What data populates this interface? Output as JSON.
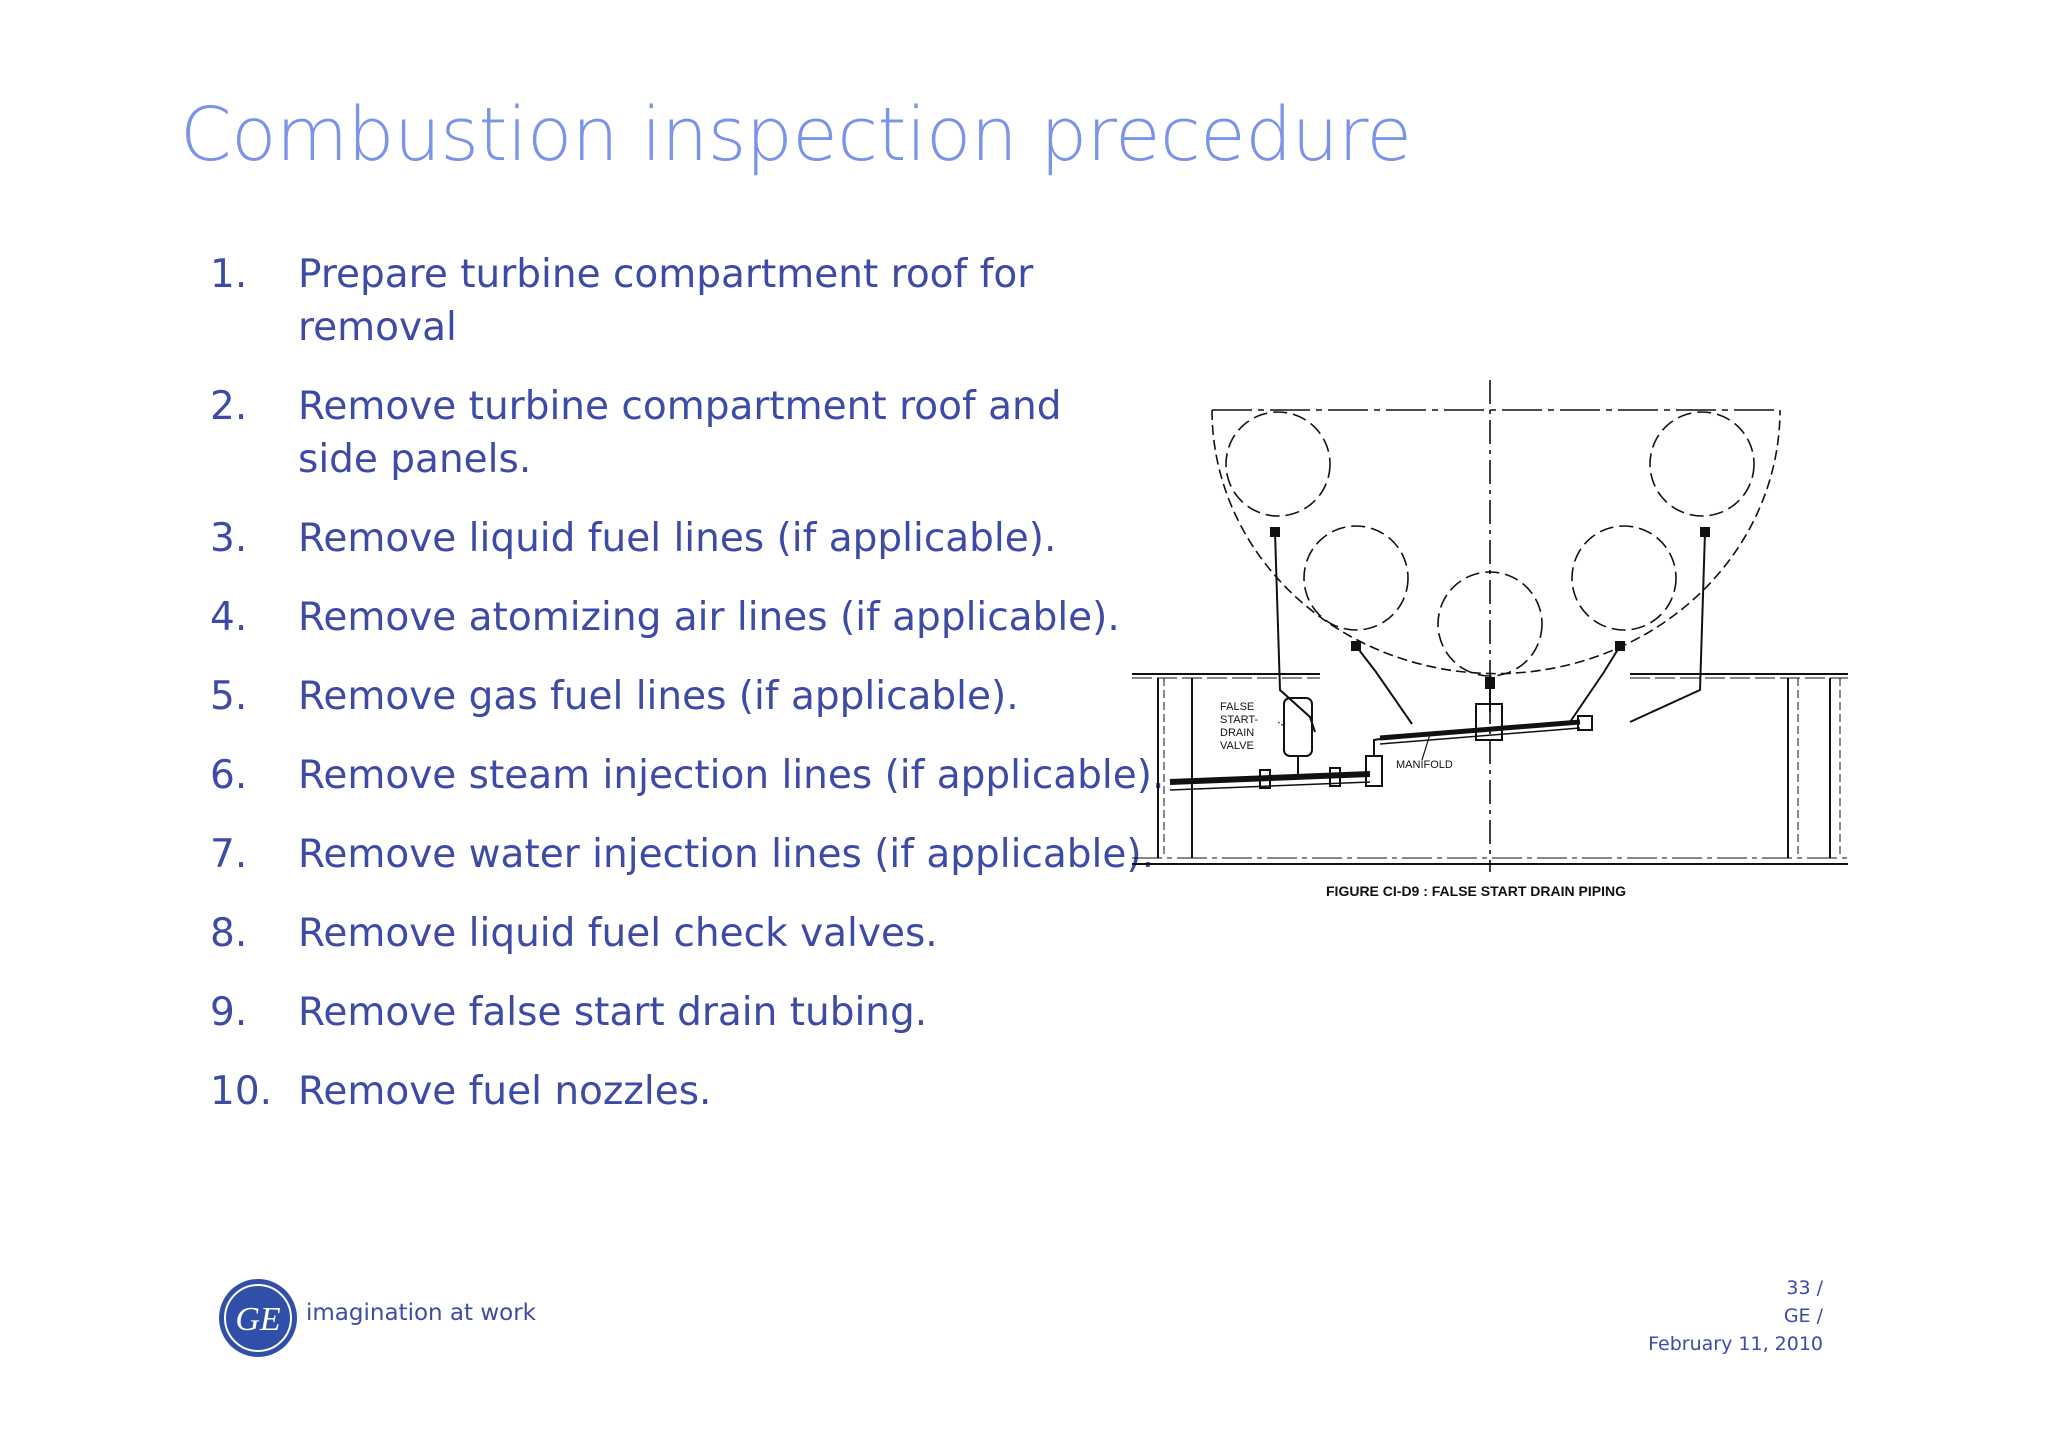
{
  "title": "Combustion inspection precedure",
  "steps": [
    {
      "num": "1.",
      "text": "Prepare turbine compartment roof for removal"
    },
    {
      "num": "2.",
      "text": "Remove turbine compartment roof and side panels."
    },
    {
      "num": "3.",
      "text": "Remove liquid fuel lines (if applicable)."
    },
    {
      "num": "4.",
      "text": "Remove atomizing air lines (if applicable)."
    },
    {
      "num": "5.",
      "text": "Remove gas fuel lines (if applicable)."
    },
    {
      "num": "6.",
      "text": "Remove steam injection lines (if applicable)."
    },
    {
      "num": "7.",
      "text": "Remove water injection lines (if applicable)."
    },
    {
      "num": "8.",
      "text": "Remove liquid fuel check valves."
    },
    {
      "num": "9.",
      "text": "Remove false start drain tubing."
    },
    {
      "num": "10.",
      "text": "Remove fuel nozzles."
    }
  ],
  "figure": {
    "caption": "FIGURE CI-D9 : FALSE START DRAIN PIPING",
    "label_valve_lines": [
      "FALSE",
      "START-",
      "DRAIN",
      "VALVE"
    ],
    "label_manifold": "MANIFOLD"
  },
  "footer": {
    "logo_text": "GE",
    "tagline": "imagination at work",
    "page": "33 /",
    "company": "GE /",
    "date": "February 11, 2010"
  },
  "colors": {
    "title": "#7b93e8",
    "body": "#3d4ba6",
    "logo": "#2f4fa8"
  }
}
